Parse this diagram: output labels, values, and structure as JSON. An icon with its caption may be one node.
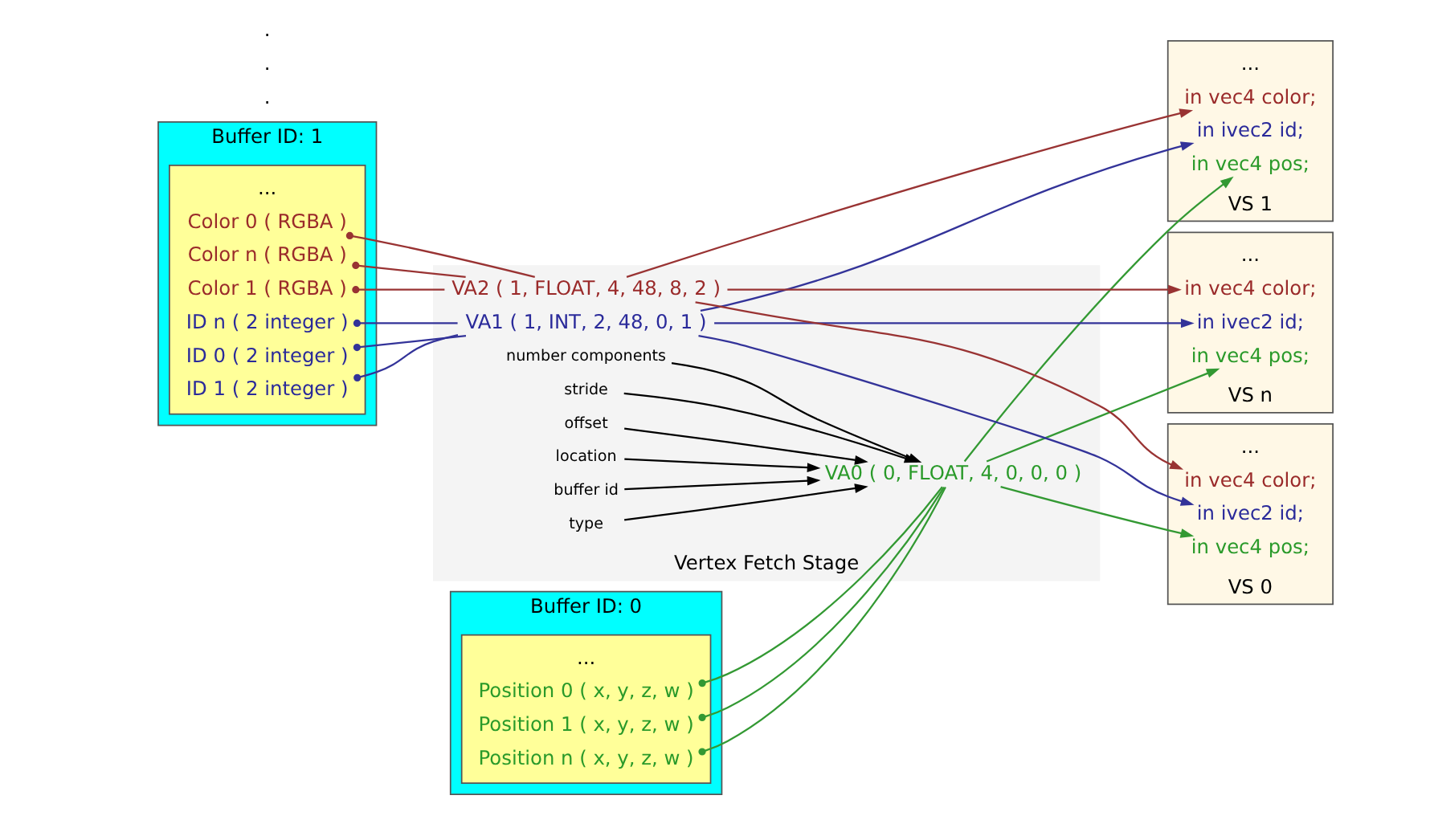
{
  "diagram": {
    "nodes": [
      {
        "text": [
          "Buffer ID: 0"
        ]
      },
      {
        "text": [],
        "shape": "box",
        "in": 0
      },
      {
        "text": [
          "Position 0 ( x, y, z, w )"
        ],
        "in": 1
      },
      {
        "text": [
          "Position 1 ( x, y, z, w )"
        ],
        "in": 1
      },
      {
        "text": [
          "..."
        ],
        "in": 1
      },
      {
        "text": [
          "Position n ( x, y, z, w )"
        ],
        "in": 1
      },
      {
        "text": [
          "Buffer ID: 1"
        ]
      },
      {
        "text": [],
        "shape": "box",
        "in": 6
      },
      {
        "text": [
          "ID 0 ( 2 integer )"
        ],
        "in": 7
      },
      {
        "text": [
          "Color 0 ( RGBA )"
        ],
        "in": 7
      },
      {
        "text": [
          "ID 1 ( 2 integer )"
        ],
        "in": 7
      },
      {
        "text": [
          "Color 1 ( RGBA )"
        ],
        "in": 7
      },
      {
        "text": [
          "..."
        ],
        "in": 7
      },
      {
        "text": [
          "ID n ( 2 integer )"
        ],
        "in": 7
      },
      {
        "text": [
          "Color n ( RGBA )"
        ],
        "in": 7
      },
      {
        "text": [
          "Vertex Fetch Stage"
        ]
      },
      {
        "text": [
          "buffer id"
        ],
        "in": 15
      },
      {
        "text": [
          "type"
        ],
        "in": 15
      },
      {
        "text": [
          "number components"
        ],
        "in": 15
      },
      {
        "text": [
          "stride"
        ],
        "in": 15
      },
      {
        "text": [
          "offset"
        ],
        "in": 15
      },
      {
        "text": [
          "location"
        ],
        "in": 15
      },
      {
        "text": [
          "VA0 ( 0, FLOAT, 4, 0, 0, 0 )"
        ],
        "in": 15
      },
      {
        "text": [
          "VA1 ( 1, INT, 2, 48, 0, 1 )"
        ],
        "in": 15
      },
      {
        "text": [
          "VA2 ( 1, FLOAT, 4, 48, 8, 2 )"
        ],
        "in": 15
      },
      {
        "text": [
          "VS 0"
        ]
      },
      {
        "text": [
          "in vec4 pos;"
        ],
        "in": 25
      },
      {
        "text": [
          "in ivec2 id;"
        ],
        "in": 25
      },
      {
        "text": [
          "in vec4 color;"
        ],
        "in": 25
      },
      {
        "text": [
          "..."
        ],
        "in": 25
      },
      {
        "text": [
          "VS 1"
        ]
      },
      {
        "text": [
          "in vec4 pos;"
        ],
        "in": 30
      },
      {
        "text": [
          "in ivec2 id;"
        ],
        "in": 30
      },
      {
        "text": [
          "in vec4 color;"
        ],
        "in": 30
      },
      {
        "text": [
          "..."
        ],
        "in": 30
      },
      {
        "text": [
          "VS n"
        ]
      },
      {
        "text": [
          "in vec4 pos;"
        ],
        "in": 35
      },
      {
        "text": [
          "in ivec2 id;"
        ],
        "in": 35
      },
      {
        "text": [
          "in vec4 color;"
        ],
        "in": 35
      },
      {
        "text": [
          "..."
        ],
        "in": 35
      }
    ],
    "edges": [
      {
        "from": 2,
        "to": 22,
        "arrow": "other",
        "color": "#339933"
      },
      {
        "from": 3,
        "to": 22,
        "arrow": "other",
        "color": "#339933"
      },
      {
        "from": 5,
        "to": 22,
        "arrow": "other",
        "color": "#339933"
      },
      {
        "from": 8,
        "to": 23,
        "arrow": "other",
        "color": "#333399"
      },
      {
        "from": 10,
        "to": 23,
        "arrow": "other",
        "color": "#333399"
      },
      {
        "from": 13,
        "to": 23,
        "arrow": "other",
        "color": "#333399"
      },
      {
        "from": 9,
        "to": 24,
        "arrow": "other",
        "color": "#993333"
      },
      {
        "from": 11,
        "to": 24,
        "arrow": "other",
        "color": "#993333"
      },
      {
        "from": 14,
        "to": 24,
        "arrow": "other",
        "color": "#993333"
      },
      {
        "from": 16,
        "to": 22,
        "arrow": "to",
        "color": "#000000"
      },
      {
        "from": 17,
        "to": 22,
        "arrow": "to",
        "color": "#000000"
      },
      {
        "from": 18,
        "to": 22,
        "arrow": "to",
        "color": "#000000"
      },
      {
        "from": 19,
        "to": 22,
        "arrow": "to",
        "color": "#000000"
      },
      {
        "from": 20,
        "to": 22,
        "arrow": "to",
        "color": "#000000"
      },
      {
        "from": 21,
        "to": 22,
        "arrow": "to",
        "color": "#000000"
      },
      {
        "from": 22,
        "to": 26,
        "arrow": "to",
        "color": "#339933"
      },
      {
        "from": 22,
        "to": 31,
        "arrow": "to",
        "color": "#339933"
      },
      {
        "from": 22,
        "to": 36,
        "arrow": "to",
        "color": "#339933"
      },
      {
        "from": 23,
        "to": 27,
        "arrow": "to",
        "color": "#333399"
      },
      {
        "from": 23,
        "to": 32,
        "arrow": "to",
        "color": "#333399"
      },
      {
        "from": 23,
        "to": 37,
        "arrow": "to",
        "color": "#333399"
      },
      {
        "from": 24,
        "to": 28,
        "arrow": "to",
        "color": "#993333"
      },
      {
        "from": 24,
        "to": 33,
        "arrow": "to",
        "color": "#993333"
      },
      {
        "from": 24,
        "to": 38,
        "arrow": "to",
        "color": "#993333"
      }
    ],
    "labels": [
      ".",
      ".",
      "."
    ]
  }
}
